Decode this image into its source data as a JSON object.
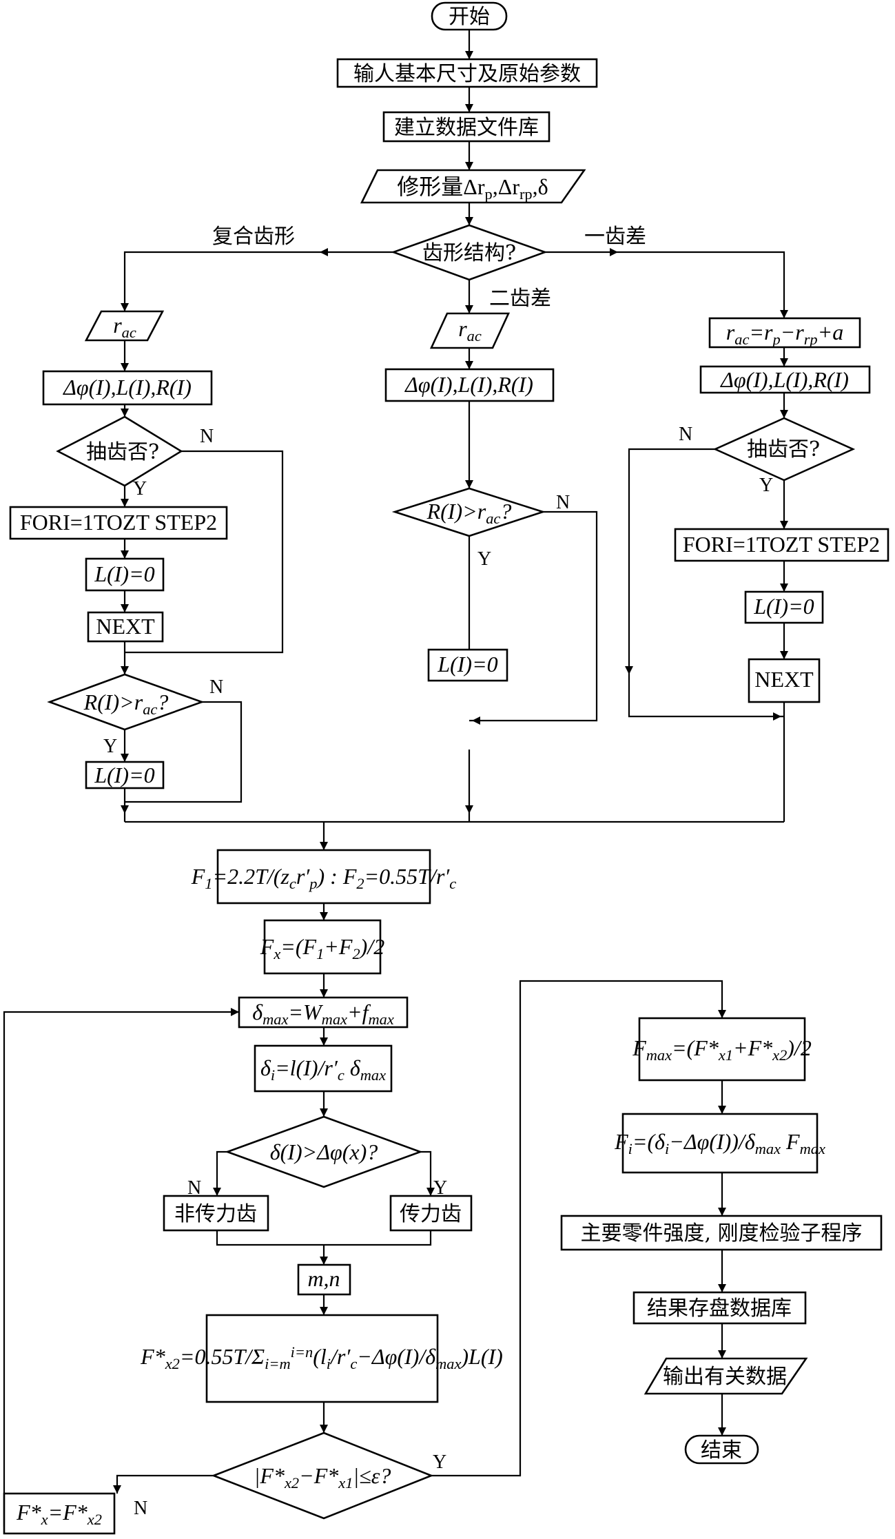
{
  "diagram": {
    "start": "开始",
    "end": "结束",
    "input_params": "输人基本尺寸及原始参数",
    "build_db": "建立数据文件库",
    "modify": "修形量Δr<sub>p</sub>,Δr<sub>rp</sub>,δ",
    "tooth_structure": "齿形结构?",
    "branch_compound": "复合齿形",
    "branch_one": "一齿差",
    "branch_two": "二齿差",
    "rac": "r<sub>ac</sub>",
    "rac_formula": "r<sub>ac</sub>=r<sub>p</sub>−r<sub>rp</sub>+a",
    "phi_lr": "Δφ(I),L(I),R(I)",
    "cut_teeth": "抽齿否?",
    "for_loop": "FORI=1TOZT STEP2",
    "li_zero": "L(I)=0",
    "next": "NEXT",
    "ri_gt_rac": "R(I)>r<sub>ac</sub>?",
    "yes": "Y",
    "no": "N",
    "f1_f2": "F<sub>1</sub>=2.2T/(z<sub>c</sub>r′<sub>p</sub>) : F<sub>2</sub>=0.55T/r′<sub>c</sub>",
    "fx": "F<sub>x</sub>=(F<sub>1</sub>+F<sub>2</sub>)/2",
    "delta_max": "δ<sub>max</sub>=W<sub>max</sub>+f<sub>max</sub>",
    "delta_i": "δ<sub>i</sub>=l(I)/r′<sub>c</sub> δ<sub>max</sub>",
    "delta_cond": "δ(I)>Δφ(x)?",
    "non_force_tooth": "非传力齿",
    "force_tooth": "传力齿",
    "mn": "m,n",
    "fx2_star": "F*<sub>x2</sub>=0.55T/Σ<sub>i=m</sub><sup>i=n</sup>(l<sub>i</sub>/r′<sub>c</sub>−Δφ(I)/δ<sub>max</sub>)L(I)",
    "convergence": "|F*<sub>x2</sub>−F*<sub>x1</sub>|≤ε?",
    "fx_update": "F*<sub>x</sub>=F*<sub>x2</sub>",
    "fmax": "F<sub>max</sub>=(F*<sub>x1</sub>+F*<sub>x2</sub>)/2",
    "fi": "F<sub>i</sub>=(δ<sub>i</sub>−Δφ(I))/δ<sub>max</sub> F<sub>max</sub>",
    "strength_check": "主要零件强度, 刚度检验子程序",
    "save_db": "结果存盘数据库",
    "output": "输出有关数据"
  }
}
